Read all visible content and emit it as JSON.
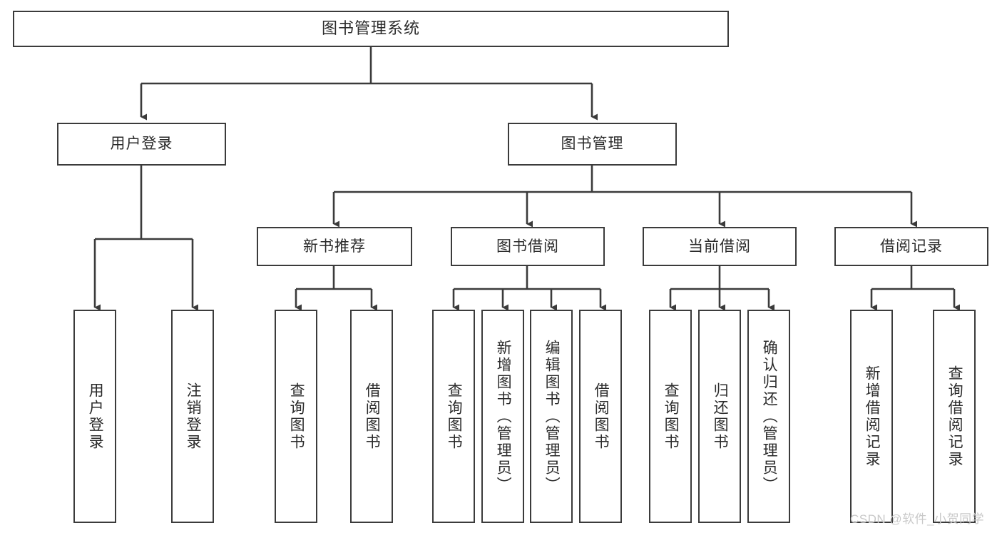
{
  "diagram": {
    "title": "图书管理系统",
    "type": "function-structure-tree",
    "background_color": "#ffffff",
    "border_color": "#3b3b3b",
    "text_color": "#2b2b2b",
    "connector_color": "#3b3b3b"
  },
  "nodes": {
    "root": {
      "label": "图书管理系统"
    },
    "level2": [
      {
        "id": "user-login",
        "label": "用户登录"
      },
      {
        "id": "book-management",
        "label": "图书管理"
      }
    ],
    "level3": [
      {
        "id": "new-book-recommend",
        "label": "新书推荐"
      },
      {
        "id": "book-borrow",
        "label": "图书借阅"
      },
      {
        "id": "current-borrow",
        "label": "当前借阅"
      },
      {
        "id": "borrow-record",
        "label": "借阅记录"
      }
    ],
    "leaves": {
      "user_login": [
        {
          "id": "leaf-user-login",
          "label": "用户登录"
        },
        {
          "id": "leaf-logout-login",
          "label": "注销登录"
        }
      ],
      "new_book_recommend": [
        {
          "id": "leaf-query-book-1",
          "label": "查询图书"
        },
        {
          "id": "leaf-borrow-book-1",
          "label": "借阅图书"
        }
      ],
      "book_borrow": [
        {
          "id": "leaf-query-book-2",
          "label": "查询图书"
        },
        {
          "id": "leaf-add-book",
          "label": "新增图书（管理员）"
        },
        {
          "id": "leaf-edit-book",
          "label": "编辑图书（管理员）"
        },
        {
          "id": "leaf-borrow-book-2",
          "label": "借阅图书"
        }
      ],
      "current_borrow": [
        {
          "id": "leaf-query-book-3",
          "label": "查询图书"
        },
        {
          "id": "leaf-return-book",
          "label": "归还图书"
        },
        {
          "id": "leaf-confirm-return",
          "label": "确认归还（管理员）"
        }
      ],
      "borrow_record": [
        {
          "id": "leaf-add-record",
          "label": "新增借阅记录"
        },
        {
          "id": "leaf-query-record",
          "label": "查询借阅记录"
        }
      ]
    }
  },
  "watermark": {
    "text": "CSDN @软件_小贺同学"
  }
}
